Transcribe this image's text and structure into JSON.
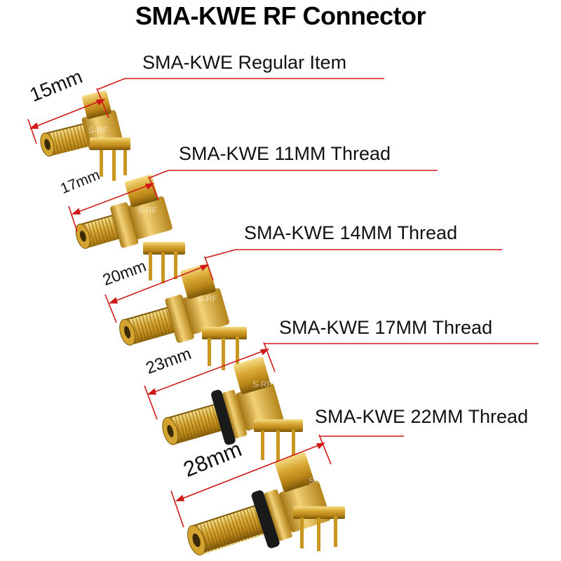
{
  "title": "SMA-KWE RF Connector",
  "colors": {
    "leader": "#d01818",
    "gold": "#d4a431",
    "gold_dark": "#9a6e12",
    "gold_light": "#f6dc86",
    "ring": "#1a1a1a"
  },
  "items": [
    {
      "label": "SMA-KWE Regular Item",
      "dimension": "15mm"
    },
    {
      "label": "SMA-KWE 11MM Thread",
      "dimension": "17mm"
    },
    {
      "label": "SMA-KWE 14MM Thread",
      "dimension": "20mm"
    },
    {
      "label": "SMA-KWE 17MM Thread",
      "dimension": "23mm"
    },
    {
      "label": "SMA-KWE 22MM Thread",
      "dimension": "28mm"
    }
  ],
  "watermark": "S-RF"
}
